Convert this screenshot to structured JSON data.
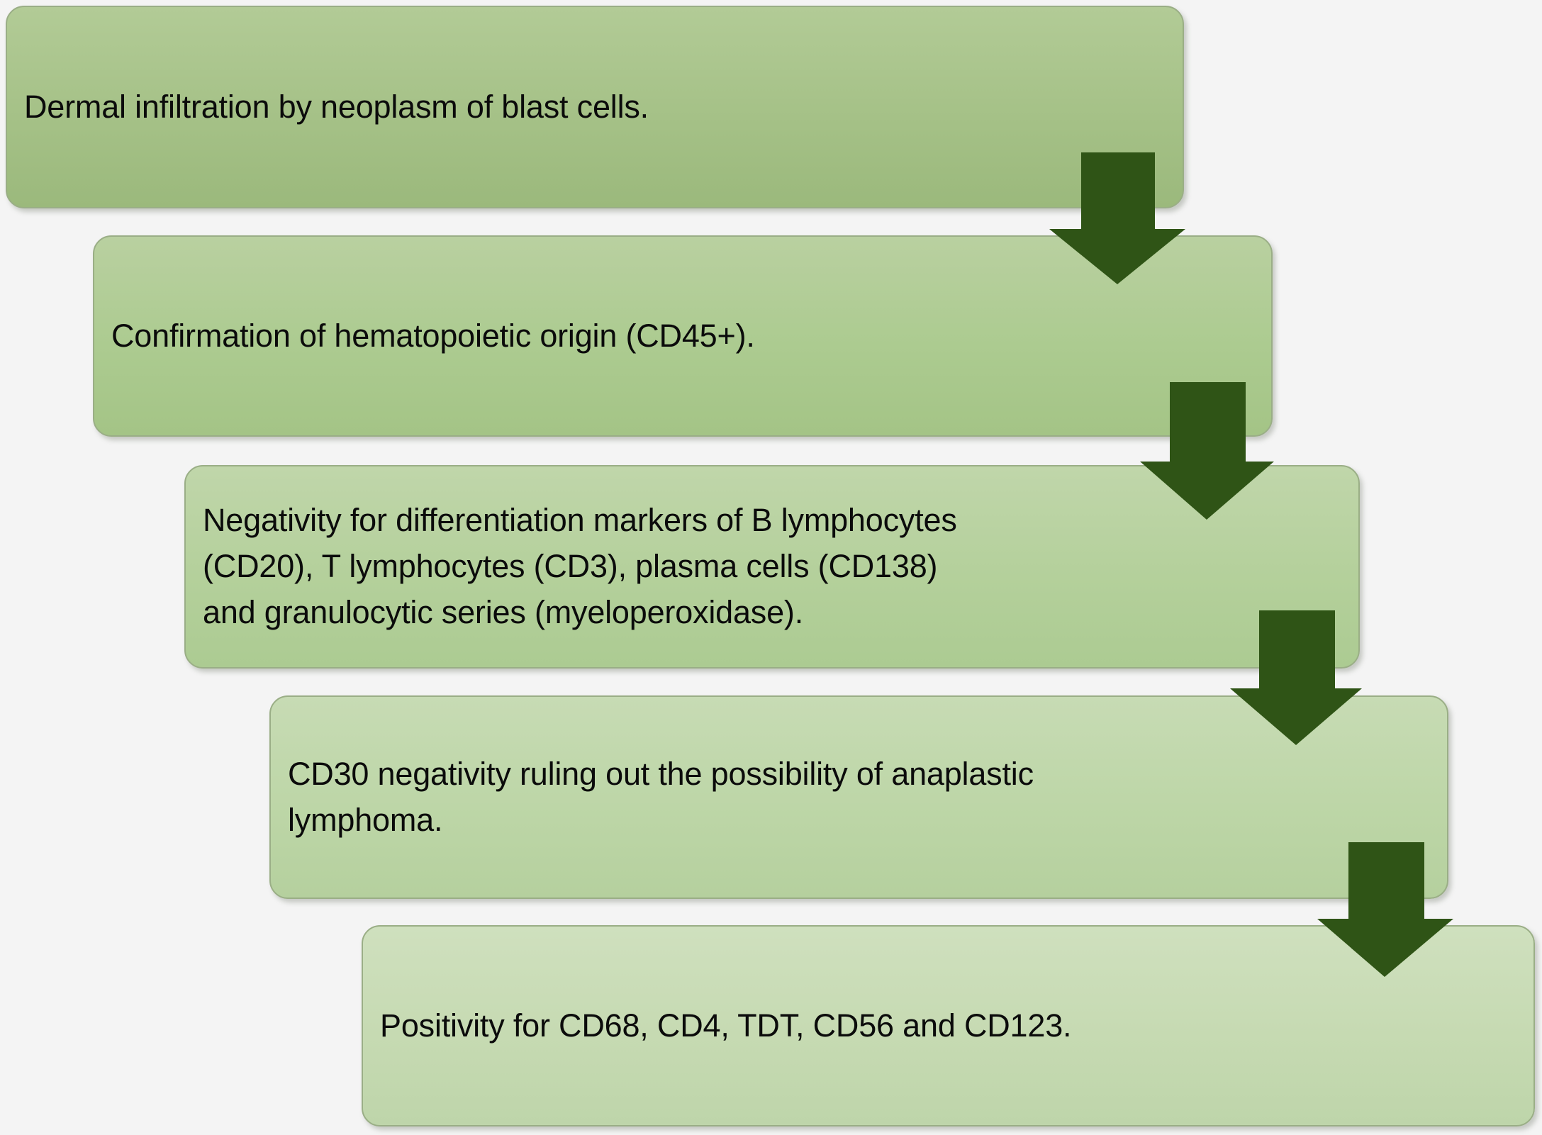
{
  "diagram": {
    "type": "process-flow",
    "orientation": "top-to-bottom cascading",
    "background_color": "#f4f4f4",
    "box_border_color": "#9aae86",
    "arrow_color": "#2f5416",
    "steps": [
      {
        "id": "step-1",
        "order": 1,
        "text": "Dermal infiltration by neoplasm of blast cells.",
        "fill_color": "#a5c187"
      },
      {
        "id": "step-2",
        "order": 2,
        "text": "Confirmation of hematopoietic origin (CD45+).",
        "fill_color": "#accb90"
      },
      {
        "id": "step-3",
        "order": 3,
        "text": "Negativity for differentiation markers of B lymphocytes\n(CD20), T lymphocytes (CD3), plasma cells (CD138)\nand granulocytic series (myeloperoxidase).",
        "fill_color": "#b4d09b"
      },
      {
        "id": "step-4",
        "order": 4,
        "text": "CD30 negativity ruling out the possibility of anaplastic\nlymphoma.",
        "fill_color": "#bdd6a7"
      },
      {
        "id": "step-5",
        "order": 5,
        "text": "Positivity for CD68, CD4, TDT, CD56 and CD123.",
        "fill_color": "#c6dab2"
      }
    ],
    "connectors": [
      {
        "id": "arrow-1",
        "from": "step-1",
        "to": "step-2",
        "icon": "down-arrow-icon"
      },
      {
        "id": "arrow-2",
        "from": "step-2",
        "to": "step-3",
        "icon": "down-arrow-icon"
      },
      {
        "id": "arrow-3",
        "from": "step-3",
        "to": "step-4",
        "icon": "down-arrow-icon"
      },
      {
        "id": "arrow-4",
        "from": "step-4",
        "to": "step-5",
        "icon": "down-arrow-icon"
      }
    ]
  }
}
